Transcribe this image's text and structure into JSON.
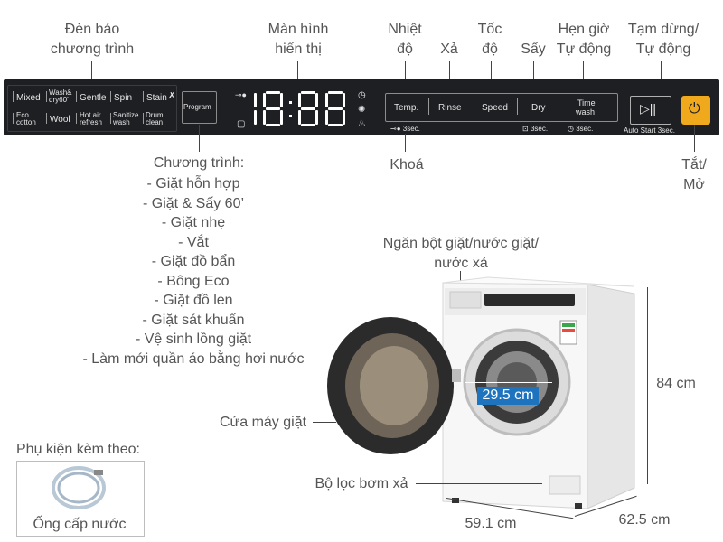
{
  "callouts": {
    "program_light": [
      "Đèn báo",
      "chương trình"
    ],
    "display": [
      "Màn hình",
      "hiển thị"
    ],
    "temp": [
      "Nhiệt",
      "độ"
    ],
    "rinse": "Xả",
    "speed": [
      "Tốc",
      "độ"
    ],
    "dry": "Sấy",
    "timer": [
      "Hẹn giờ",
      "Tự động"
    ],
    "pause": [
      "Tạm dừng/",
      "Tự động"
    ],
    "lock": "Khoá",
    "power": [
      "Tắt/",
      "Mở"
    ],
    "detergent": [
      "Ngăn bột giặt/nước giặt/",
      "nước xả"
    ],
    "door": "Cửa máy giặt",
    "filter": "Bộ lọc bơm xả",
    "accessory_title": "Phụ kiện kèm theo:",
    "accessory_item": "Ống cấp nước"
  },
  "programs_title": "Chương trình:",
  "programs": [
    "- Giặt hỗn hợp",
    "- Giặt & Sấy 60’",
    "- Giặt nhẹ",
    "- Vắt",
    "- Giặt đồ bẩn",
    "- Bông Eco",
    "- Giặt đồ len",
    "- Giặt sát khuẩn",
    "- Vệ sinh lồng giặt",
    "- Làm mới quần áo bằng hơi nước"
  ],
  "panel": {
    "programs_row1": [
      "Mixed",
      "Wash&",
      "dry60’",
      "Gentle",
      "Spin",
      "Stain"
    ],
    "programs_row2": [
      "Eco",
      "cotton",
      "Wool",
      "Hot air",
      "refresh",
      "Sanitize",
      "wash",
      "Drum",
      "clean"
    ],
    "program_button": "Program",
    "display_digits": "18:88",
    "buttons": [
      "Temp.",
      "Rinse",
      "Speed",
      "Dry",
      "Time",
      "wash"
    ],
    "lock_hint": "3sec.",
    "dry_hint": "3sec.",
    "timer_hint": "3sec.",
    "auto_start": "Auto Start 3sec."
  },
  "dimensions": {
    "inner_diameter": "29.5 cm",
    "height": "84 cm",
    "width": "59.1 cm",
    "depth": "62.5 cm"
  },
  "colors": {
    "panel_bg": "#1d1f22",
    "power_button": "#f0a81c",
    "dimension_bg": "#1e73be"
  }
}
